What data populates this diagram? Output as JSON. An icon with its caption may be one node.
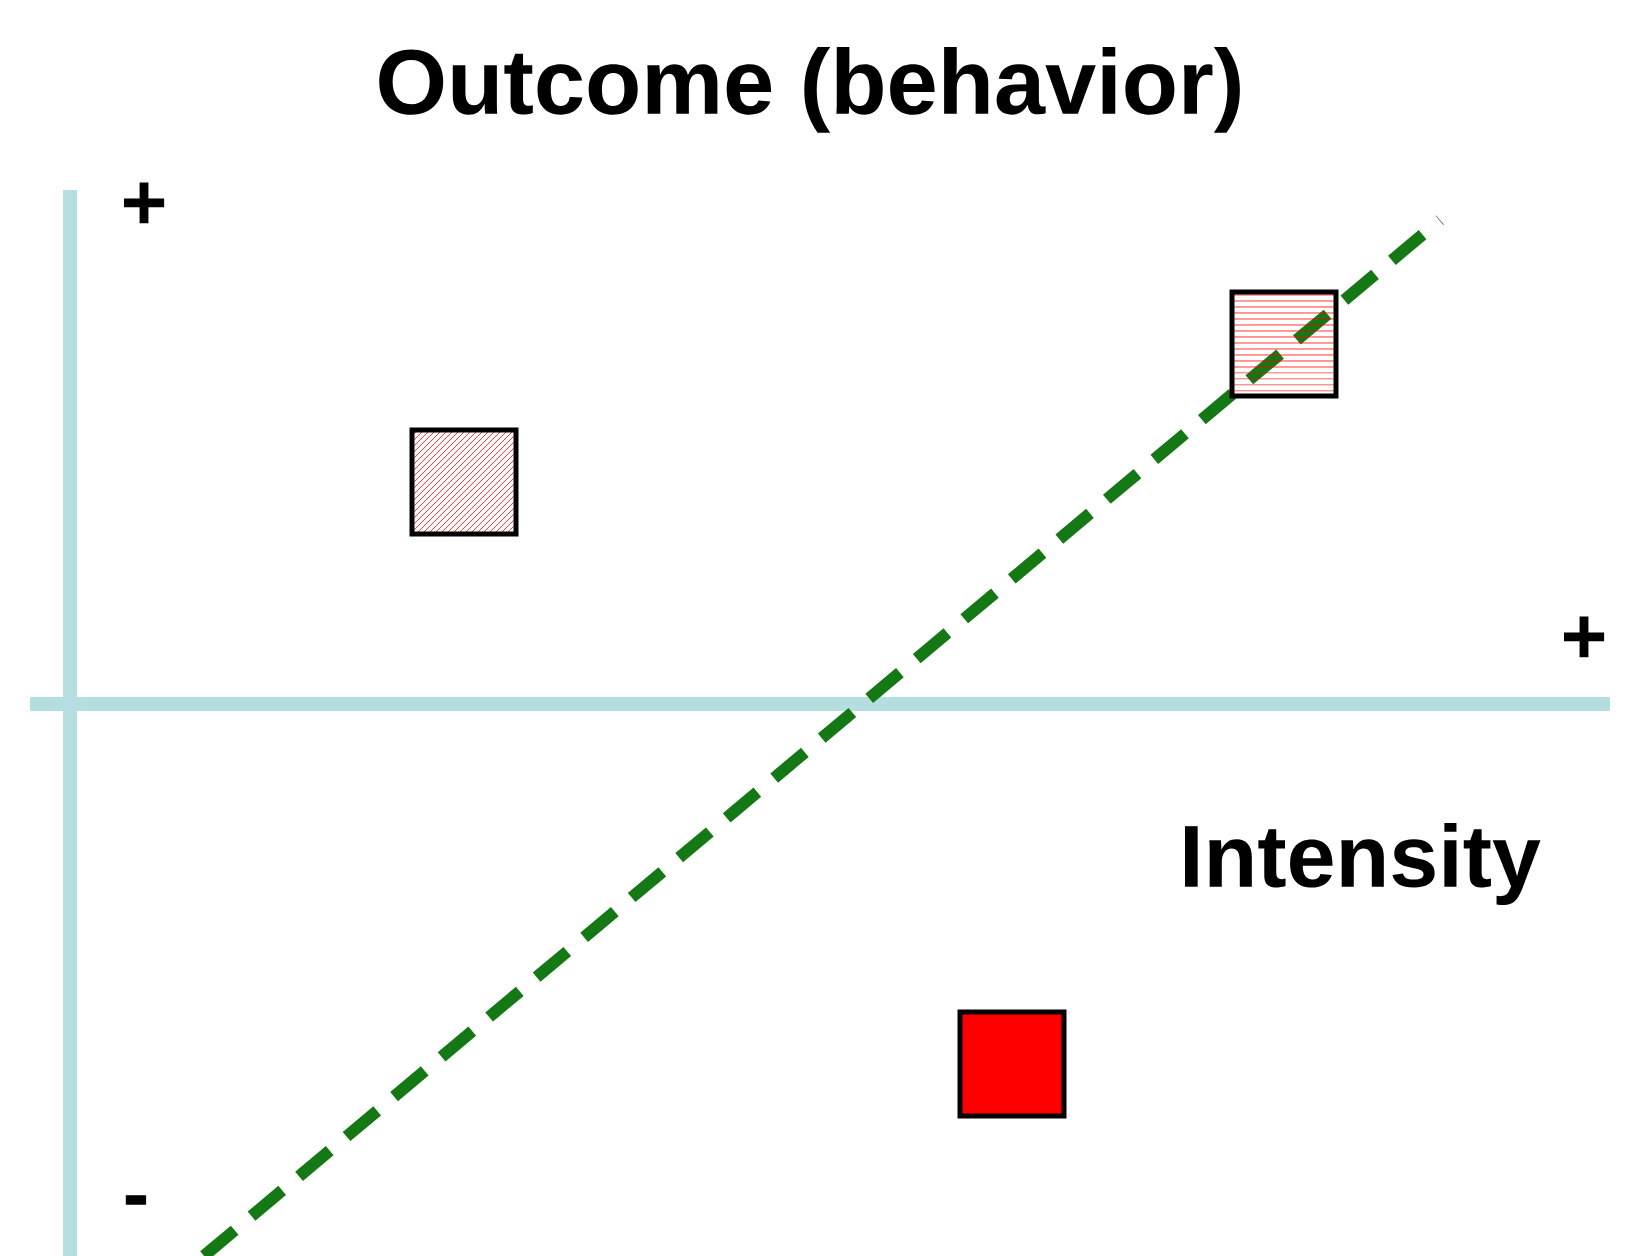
{
  "diagram": {
    "title": "Outcome (behavior)",
    "nodes": [
      {
        "text": [],
        "shape": "box"
      },
      {
        "text": [],
        "shape": "box"
      },
      {
        "text": [],
        "shape": "box"
      }
    ],
    "labels": [
      "+",
      "+",
      "Intensity",
      "-"
    ]
  }
}
